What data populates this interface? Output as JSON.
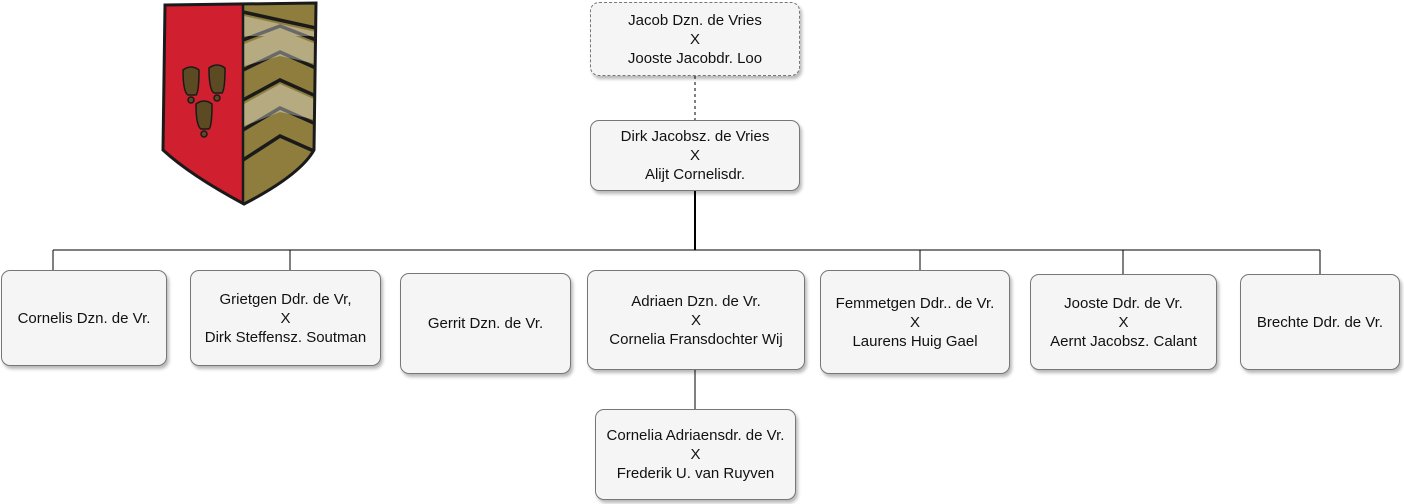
{
  "colors": {
    "box_fill": "#f5f5f5",
    "box_border": "#777777",
    "connector": "#000000",
    "crest_red": "#d01f2e",
    "crest_gold": "#8e7d3d"
  },
  "crest": {
    "icon": "coat-of-arms-icon"
  },
  "ancestor": {
    "name1": "Jacob Dzn. de Vries",
    "sep": "X",
    "name2": "Jooste Jacobdr. Loo"
  },
  "parent": {
    "name1": "Dirk Jacobsz. de Vries",
    "sep": "X",
    "name2": "Alijt Cornelisdr."
  },
  "children": [
    {
      "name1": "Cornelis Dzn. de Vr."
    },
    {
      "name1": "Grietgen Ddr. de Vr,",
      "sep": "X",
      "name2": "Dirk Steffensz. Soutman"
    },
    {
      "name1": "Gerrit Dzn. de Vr."
    },
    {
      "name1": "Adriaen Dzn. de Vr.",
      "sep": "X",
      "name2": "Cornelia Fransdochter Wij"
    },
    {
      "name1": "Femmetgen Ddr.. de Vr.",
      "sep": "X",
      "name2": "Laurens Huig Gael"
    },
    {
      "name1": "Jooste Ddr. de Vr.",
      "sep": "X",
      "name2": "Aernt Jacobsz. Calant"
    },
    {
      "name1": "Brechte Ddr. de Vr."
    }
  ],
  "grandchild": {
    "name1": "Cornelia Adriaensdr. de Vr.",
    "sep": "X",
    "name2": "Frederik U. van Ruyven"
  }
}
